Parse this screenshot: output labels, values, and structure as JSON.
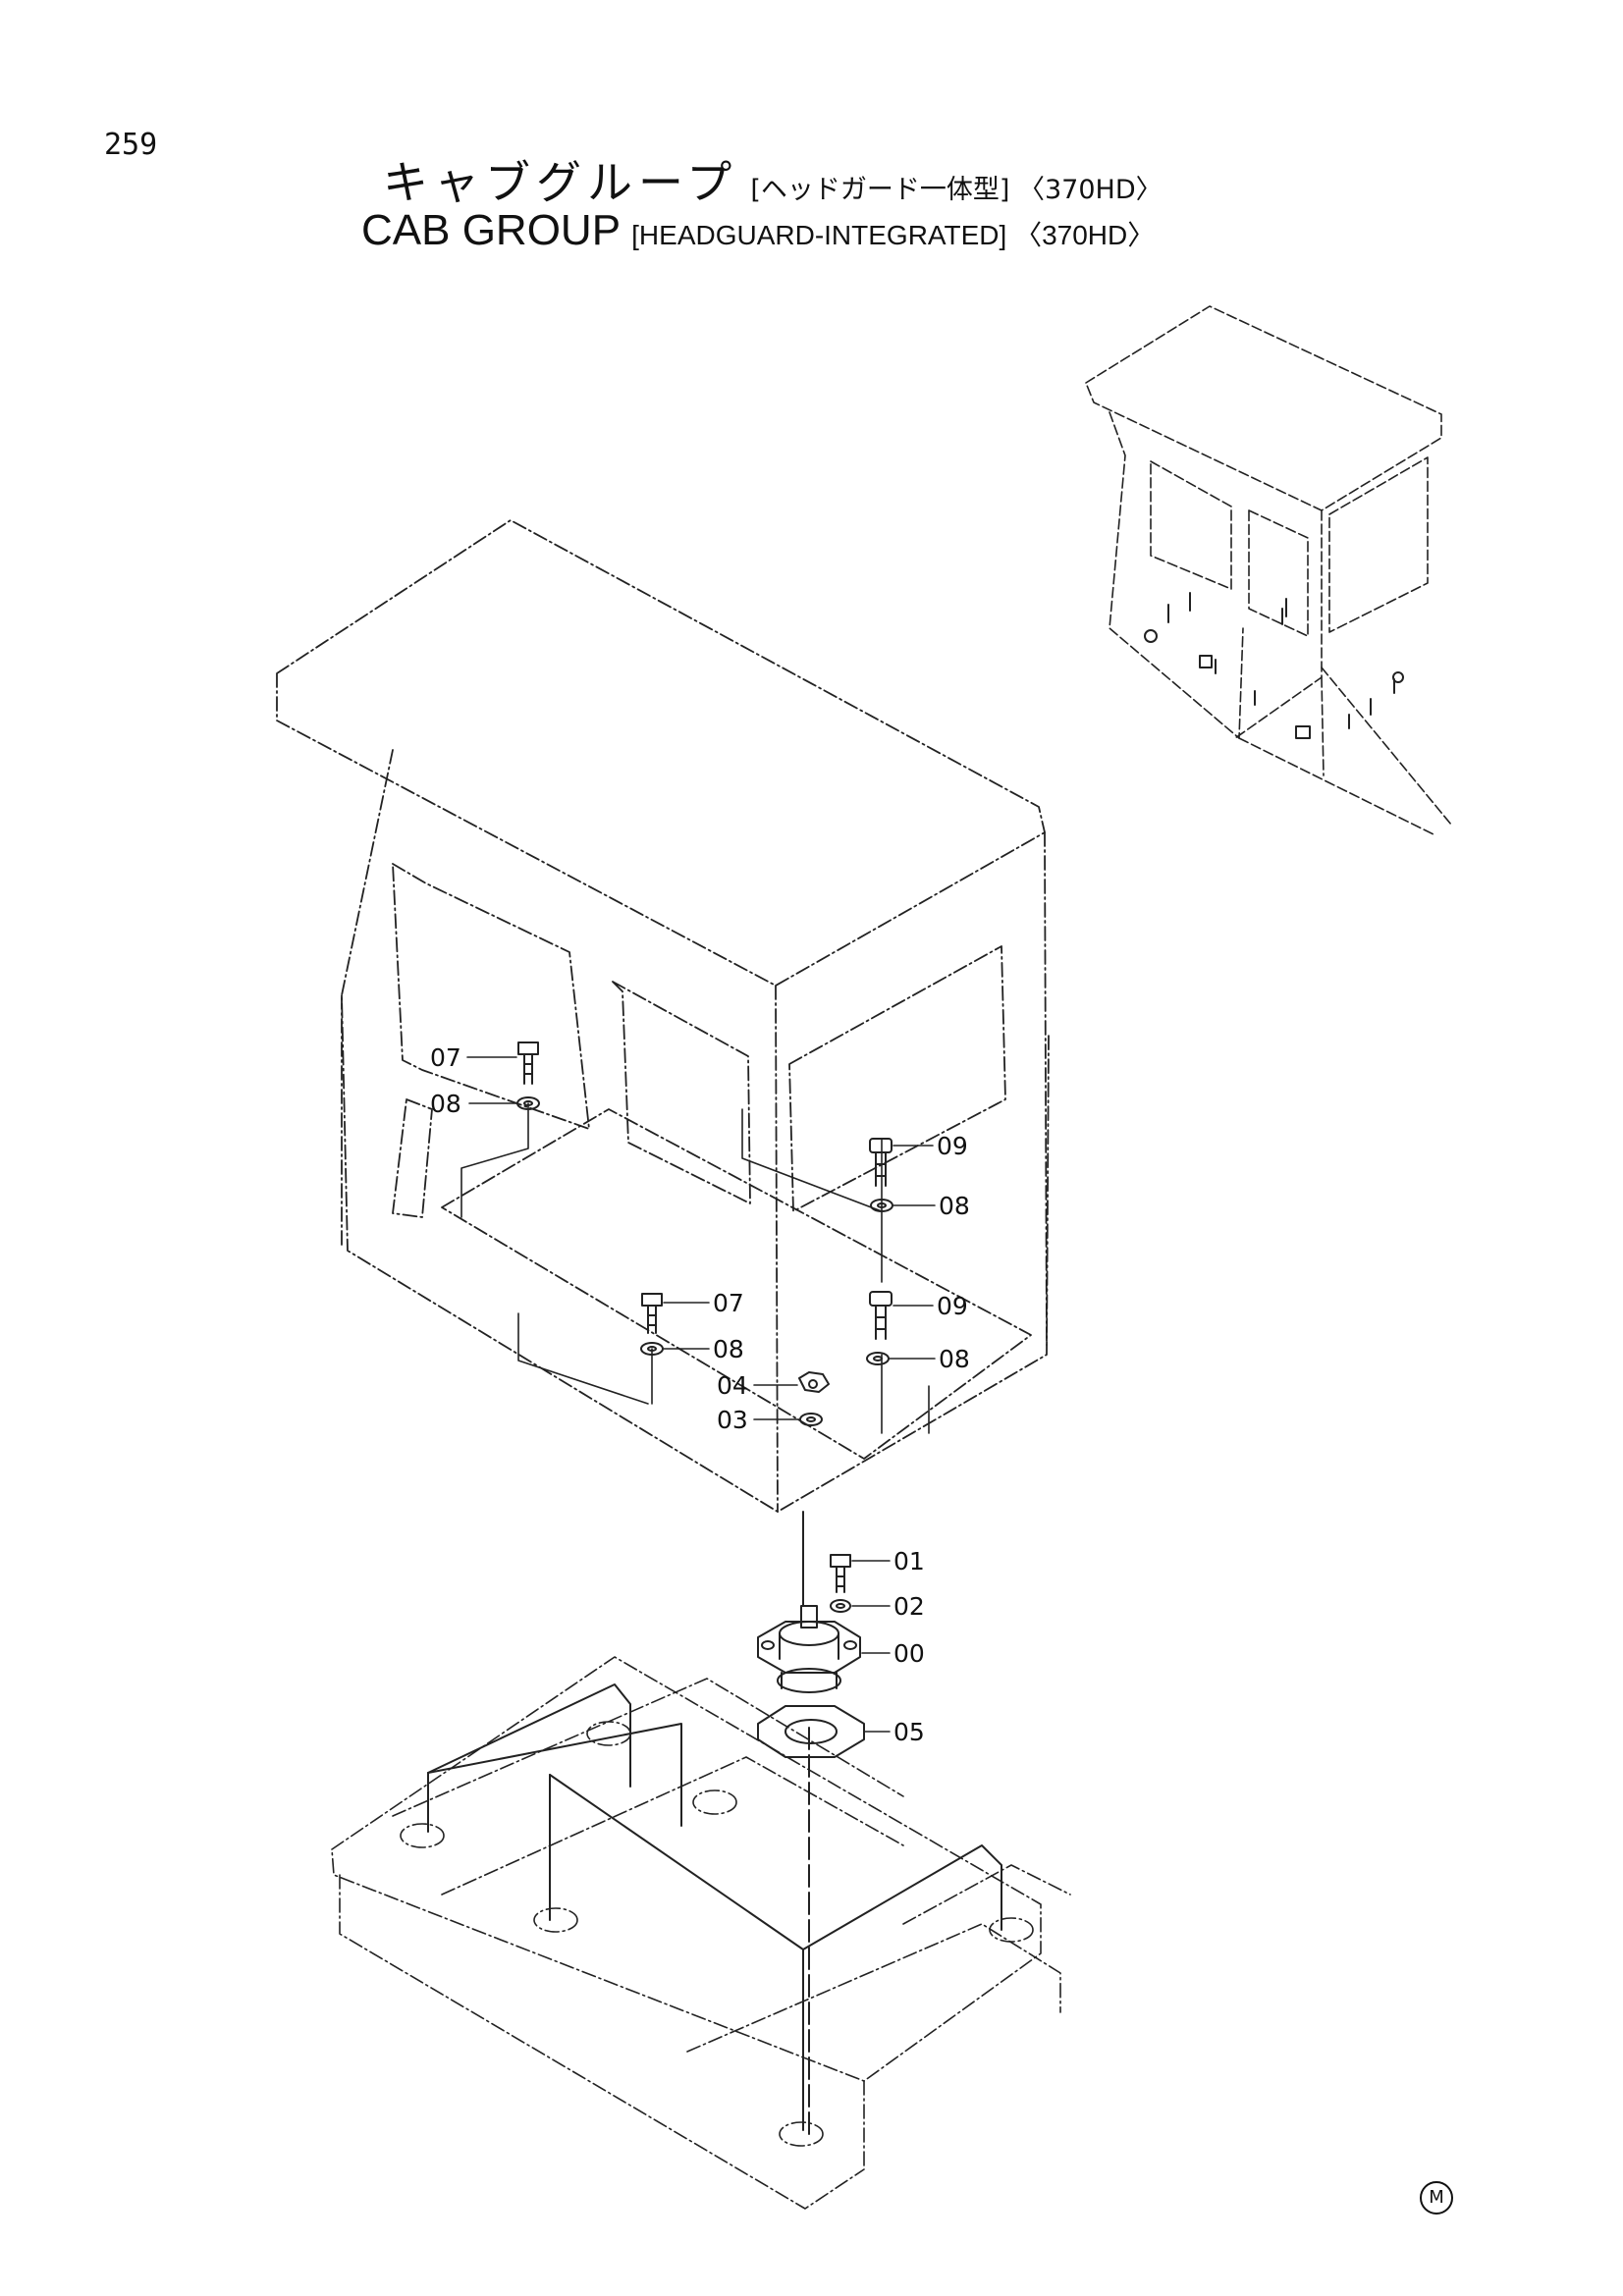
{
  "page_number": "259",
  "title_jp": {
    "main": "キャブグループ",
    "sub": "[ヘッドガード一体型] 〈370HD〉"
  },
  "title_en": {
    "main": "CAB GROUP",
    "sub": "[HEADGUARD-INTEGRATED] 〈370HD〉"
  },
  "callouts": [
    "07",
    "08",
    "09",
    "08",
    "07",
    "09",
    "08",
    "08",
    "04",
    "03",
    "01",
    "02",
    "00",
    "05"
  ],
  "corner_mark": "M"
}
